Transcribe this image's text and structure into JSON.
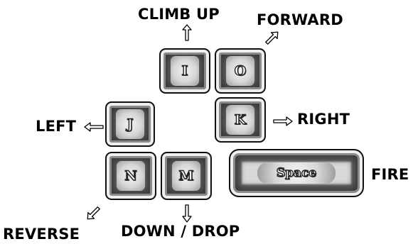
{
  "labels": {
    "climb_up": "CLIMB UP",
    "forward": "FORWARD",
    "left": "LEFT",
    "right": "RIGHT",
    "fire": "FIRE",
    "reverse": "REVERSE",
    "down_drop": "DOWN / DROP"
  },
  "keys": {
    "i": "I",
    "o": "O",
    "j": "J",
    "k": "K",
    "n": "N",
    "m": "M",
    "space": "Space"
  },
  "icons": {
    "climb_up": "arrow-up-icon",
    "forward": "arrow-up-right-icon",
    "left": "arrow-left-icon",
    "right": "arrow-right-icon",
    "reverse": "arrow-down-left-icon",
    "down_drop": "arrow-down-icon"
  }
}
